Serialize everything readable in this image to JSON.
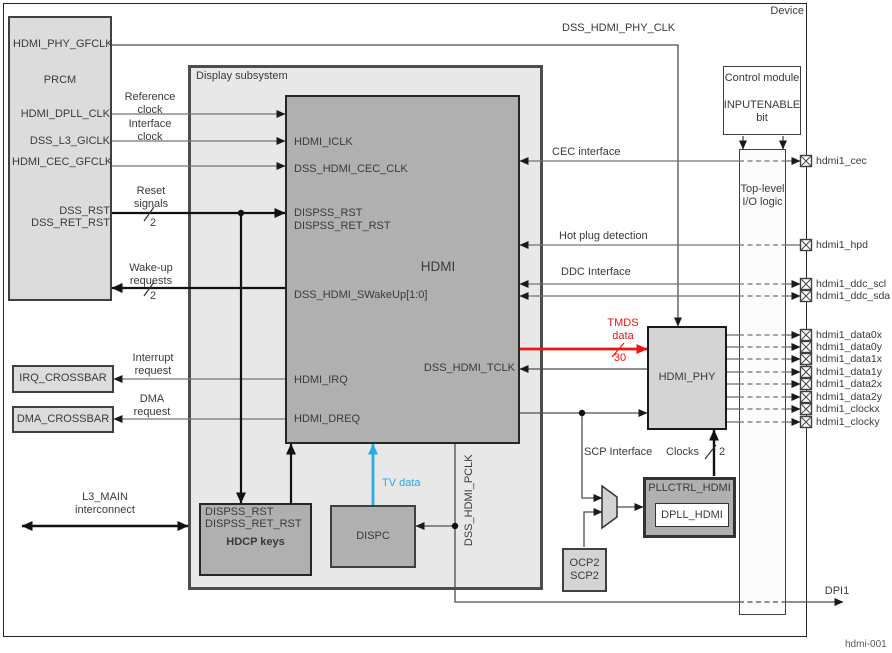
{
  "colors": {
    "tmds_red": "#ee1414",
    "tv_data_cyan": "#29abe2",
    "block_dark_gray": "#b0b0b0",
    "block_light_gray": "#dcdcdc",
    "subsystem_bg": "#e8e8e8"
  },
  "device": {
    "label": "Device",
    "figure_id": "hdmi-001"
  },
  "prcm": {
    "title": "PRCM",
    "phy_gfclk": "HDMI_PHY_GFCLK",
    "dpll_clk": "HDMI_DPLL_CLK",
    "l3_giclk": "DSS_L3_GICLK",
    "cec_gfclk": "HDMI_CEC_GFCLK",
    "rst": "DSS_RST",
    "ret_rst": "DSS_RET_RST"
  },
  "left": {
    "reference_clock": "Reference\nclock",
    "interface_clock": "Interface\nclock",
    "reset_signals": "Reset\nsignals",
    "reset_width": "2",
    "wakeup": "Wake-up\nrequests",
    "wakeup_width": "2",
    "interrupt": "Interrupt\nrequest",
    "dma": "DMA\nrequest",
    "l3_main": "L3_MAIN\ninterconnect",
    "irq_crossbar": "IRQ_CROSSBAR",
    "dma_crossbar": "DMA_CROSSBAR"
  },
  "dss": {
    "title": "Display subsystem",
    "pclk": "DSS_HDMI_PCLK",
    "tv_data": "TV data",
    "hdmi": {
      "title": "HDMI",
      "iclk": "HDMI_ICLK",
      "cec_clk": "DSS_HDMI_CEC_CLK",
      "rst": "DISPSS_RST",
      "ret_rst": "DISPSS_RET_RST",
      "swakeup": "DSS_HDMI_SWakeUp[1:0]",
      "irq": "HDMI_IRQ",
      "dreq": "HDMI_DREQ",
      "tclk": "DSS_HDMI_TCLK"
    },
    "hdcp": {
      "rst": "DISPSS_RST",
      "ret_rst": "DISPSS_RET_RST",
      "title": "HDCP keys"
    },
    "dispc": {
      "title": "DISPC"
    }
  },
  "right": {
    "phy_clk": "DSS_HDMI_PHY_CLK",
    "cec": "CEC interface",
    "hpd": "Hot plug detection",
    "ddc": "DDC Interface",
    "tmds": "TMDS\ndata",
    "tmds_width": "30",
    "scp": "SCP Interface",
    "clocks": "Clocks",
    "clocks_width": "2",
    "dpi": "DPI1"
  },
  "phy": {
    "title": "HDMI_PHY"
  },
  "pll": {
    "title": "PLLCTRL_HDMI",
    "dpll": "DPLL_HDMI"
  },
  "ocp2scp2": {
    "title": "OCP2\nSCP2"
  },
  "control_module": {
    "title": "Control module",
    "bit": "INPUTENABLE\nbit"
  },
  "io_logic": {
    "title": "Top-level\nI/O logic"
  },
  "pins": [
    "hdmi1_cec",
    "hdmi1_hpd",
    "hdmi1_ddc_scl",
    "hdmi1_ddc_sda",
    "hdmi1_data0x",
    "hdmi1_data0y",
    "hdmi1_data1x",
    "hdmi1_data1y",
    "hdmi1_data2x",
    "hdmi1_data2y",
    "hdmi1_clockx",
    "hdmi1_clocky"
  ]
}
